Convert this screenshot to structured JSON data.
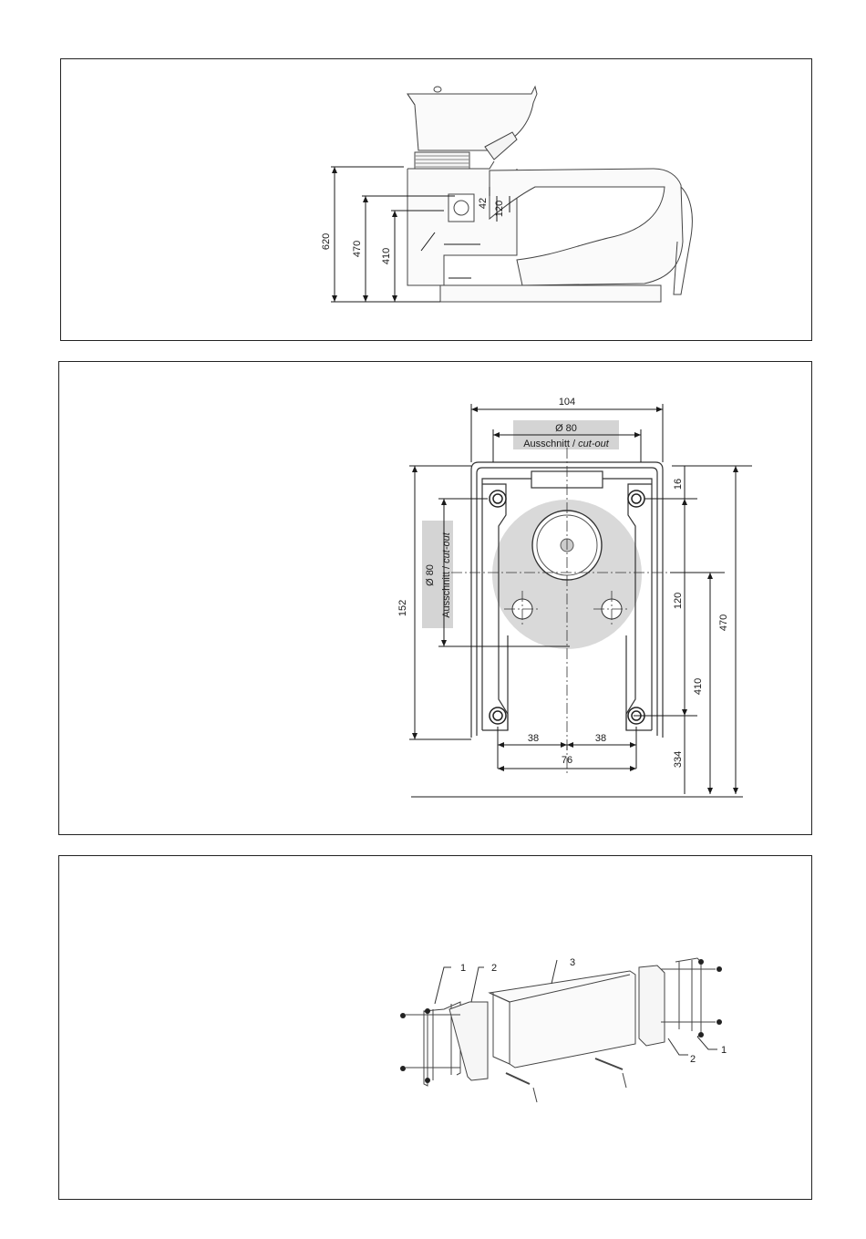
{
  "panel1": {
    "dims": {
      "d620": "620",
      "d470": "470",
      "d410": "410",
      "d42": "42",
      "d120": "120"
    }
  },
  "panel2": {
    "top_width": "104",
    "diam_h": "Ø 80",
    "cutout_de": "Ausschnitt",
    "cutout_sep": " / ",
    "cutout_en": "cut-out",
    "diam_v": "Ø 80",
    "d152": "152",
    "d16": "16",
    "d120": "120",
    "d410": "410",
    "d470": "470",
    "d334": "334",
    "d38a": "38",
    "d38b": "38",
    "d76": "76"
  },
  "panel3": {
    "labels": {
      "l1a": "1",
      "l2a": "2",
      "l3": "3",
      "l2b": "2",
      "l1b": "1"
    }
  }
}
